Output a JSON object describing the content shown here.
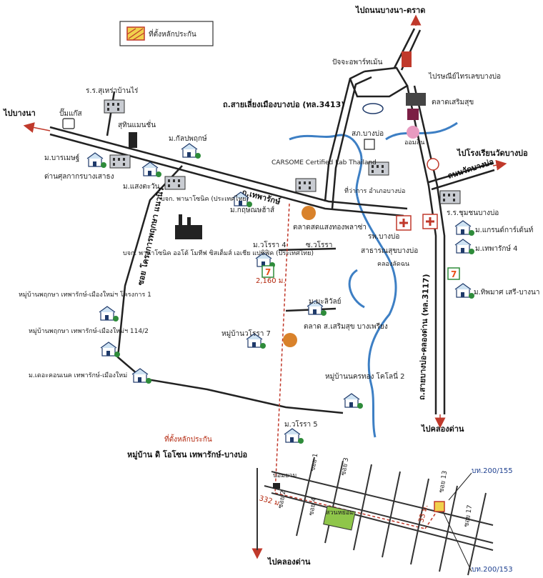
{
  "legend": {
    "label": "ที่ตั้งหลักประกัน"
  },
  "destinations": {
    "north": "ไปถนนบางนา-ตราด",
    "west": "ไปบางนา",
    "east": "ไปโรงเรียนวัดบางบ่อ",
    "south_right": "ไปคลองด่าน",
    "south_bottom": "ไปคลองด่าน"
  },
  "roads": {
    "bypass": "ถ.สายเลี่ยงเมืองบางบ่อ (ทล.3413)",
    "theparak": "ถ.เทพารักษ์",
    "wat_bang_bo": "ถนนวัดบางบ่อ",
    "soi_khlong": "ซอย โครงการพฤกษา แนวนิว",
    "varasa": "ซ.วโรรา",
    "khlong_lat": "คลองลัดฉน",
    "highway_3117": "ถ.สายบางบ่อ-คลองด่าน (ทล.3117)"
  },
  "places": {
    "school_sukrao": "ร.ร.สุเหร่าบ้านไร่",
    "pump": "ปั๊มแก๊ส",
    "shutin": "สุทินแมนชั่น",
    "baramee": "ม.บารเมษฐ์",
    "customs": "ด่านศุลกากรบางเสาธง",
    "sangtawan": "ม.แสงตะวัน",
    "kanlapa": "ม.กัลปพฤกษ์",
    "panasonic1": "บจก. พานาโซนิค (ประเทศไทย)",
    "krisana": "ม.กฤษณษฮ้าส์",
    "panasonic2": "บจก. พานาโซนิค ออโต้ โมทีฟ ซิสเต็มส์ เอเชีย แปซิฟิค (ประเทศไทย)",
    "carsome": "CARSOME Certified Lab Thailand",
    "pjj": "ปัจจะอพาร์ทเม้น",
    "post": "ไปรษณีย์ไทรเลขบางบ่อ",
    "market_sermsuk": "ตลาดเสริมสุข",
    "gsb": "ออมสิน",
    "police": "สภ.บางบ่อ",
    "district": "ที่ว่าการ อำเภอบางบ่อ",
    "market_plaza": "ตลาดสดแสงทองพลาซ่า",
    "hospital": "รพ.บางบ่อ",
    "health": "สาธารณสุขบางบ่อ",
    "school_chumchon": "ร.ร.ชุมชนบางบ่อ",
    "grand_estate": "ม.แกรนด์การ์เด้นท์",
    "theparak4": "ม.เทพารักษ์ 4",
    "thipmat": "ม.ทิพมาศ เสรี-บางนา",
    "varasa4": "ม.วโรรา 4",
    "marisa": "ม.มะลิวัลย์",
    "market_bangprieng": "ตลาด ส.เสริมสุข บางเพรียง",
    "varasa7": "หมู่บ้านวโรรา 7",
    "prueksa1": "หมู่บ้านพฤกษา เทพารักษ์-เมืองใหม่ฯ โครงการ 1",
    "prueksa2": "หมู่บ้านพฤกษา เทพารักษ์-เมืองใหม่ฯ 114/2",
    "decoration": "ม.เดอะคอนเนค เทพารักษ์-เมืองใหม่",
    "nakorntong": "หมู่บ้านนครทอง โคโลนี่ 2",
    "varasa5": "ม.วโรรา 5",
    "village_target": "หมู่บ้าน ดิ โอโซน เทพารักษ์-บางบ่อ",
    "collateral_site": "ที่ตั้งหลักประกัน",
    "guard": "ป้อมยาม",
    "park": "สวนหย่อม"
  },
  "distances": {
    "d1": "2,160 ม.",
    "d2": "332 ม.",
    "d3": "33 ม."
  },
  "sois": {
    "s1": "ซอย 1",
    "s2": "ซอย 2",
    "s3": "ซอย 3",
    "s4": "ซอย 4",
    "s13": "ซอย 13",
    "s17": "ซอย 17"
  },
  "plots": {
    "p1": "บท.200/155",
    "p2": "บท.200/153"
  },
  "icons": {
    "seven_eleven": "7"
  }
}
